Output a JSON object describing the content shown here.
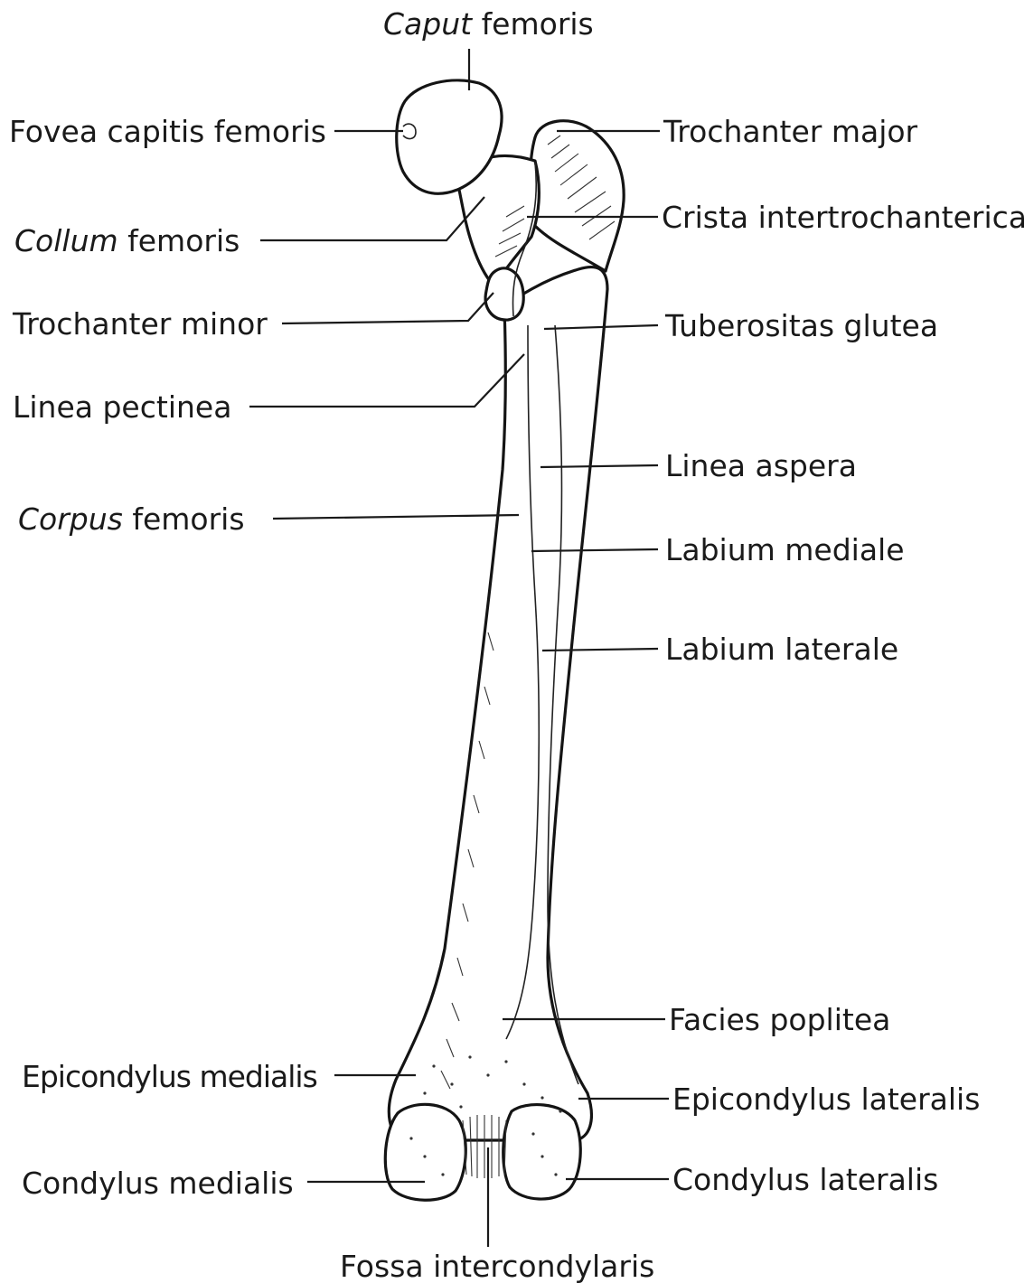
{
  "labels": {
    "caput": {
      "emph": "Caput",
      "rest": " femoris"
    },
    "fovea": "Fovea capitis femoris",
    "collum": {
      "emph": "Collum",
      "rest": " femoris"
    },
    "troch_minor": "Trochanter minor",
    "linea_pectinea": "Linea pectinea",
    "corpus": {
      "emph": "Corpus",
      "rest": " femoris"
    },
    "epicondylus_medialis": "Epicondylus medialis",
    "condylus_medialis": "Condylus medialis",
    "fossa": "Fossa intercondylaris",
    "troch_major": "Trochanter major",
    "crista": "Crista intertrochanterica",
    "tuberositas": "Tuberositas glutea",
    "linea_aspera": "Linea aspera",
    "labium_mediale": "Labium mediale",
    "labium_laterale": "Labium laterale",
    "facies": "Facies poplitea",
    "epicondylus_lateralis": "Epicondylus lateralis",
    "condylus_lateralis": "Condylus lateralis"
  }
}
